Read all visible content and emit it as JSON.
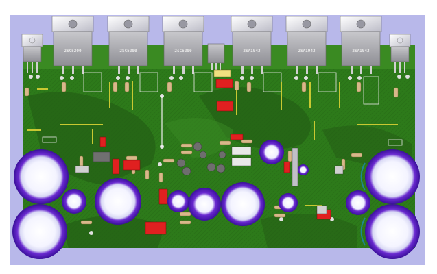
{
  "board": {
    "background_color": "#b4b4e8",
    "pcb_color": "#2f7a1c",
    "pcb_dark": "#235c14",
    "transistors": [
      "2SC5200",
      "2SC5200",
      "2sC5200",
      "2SA1943",
      "2SA1943",
      "2SA1943"
    ],
    "regulators": [
      "left-to220",
      "right-to220"
    ]
  }
}
